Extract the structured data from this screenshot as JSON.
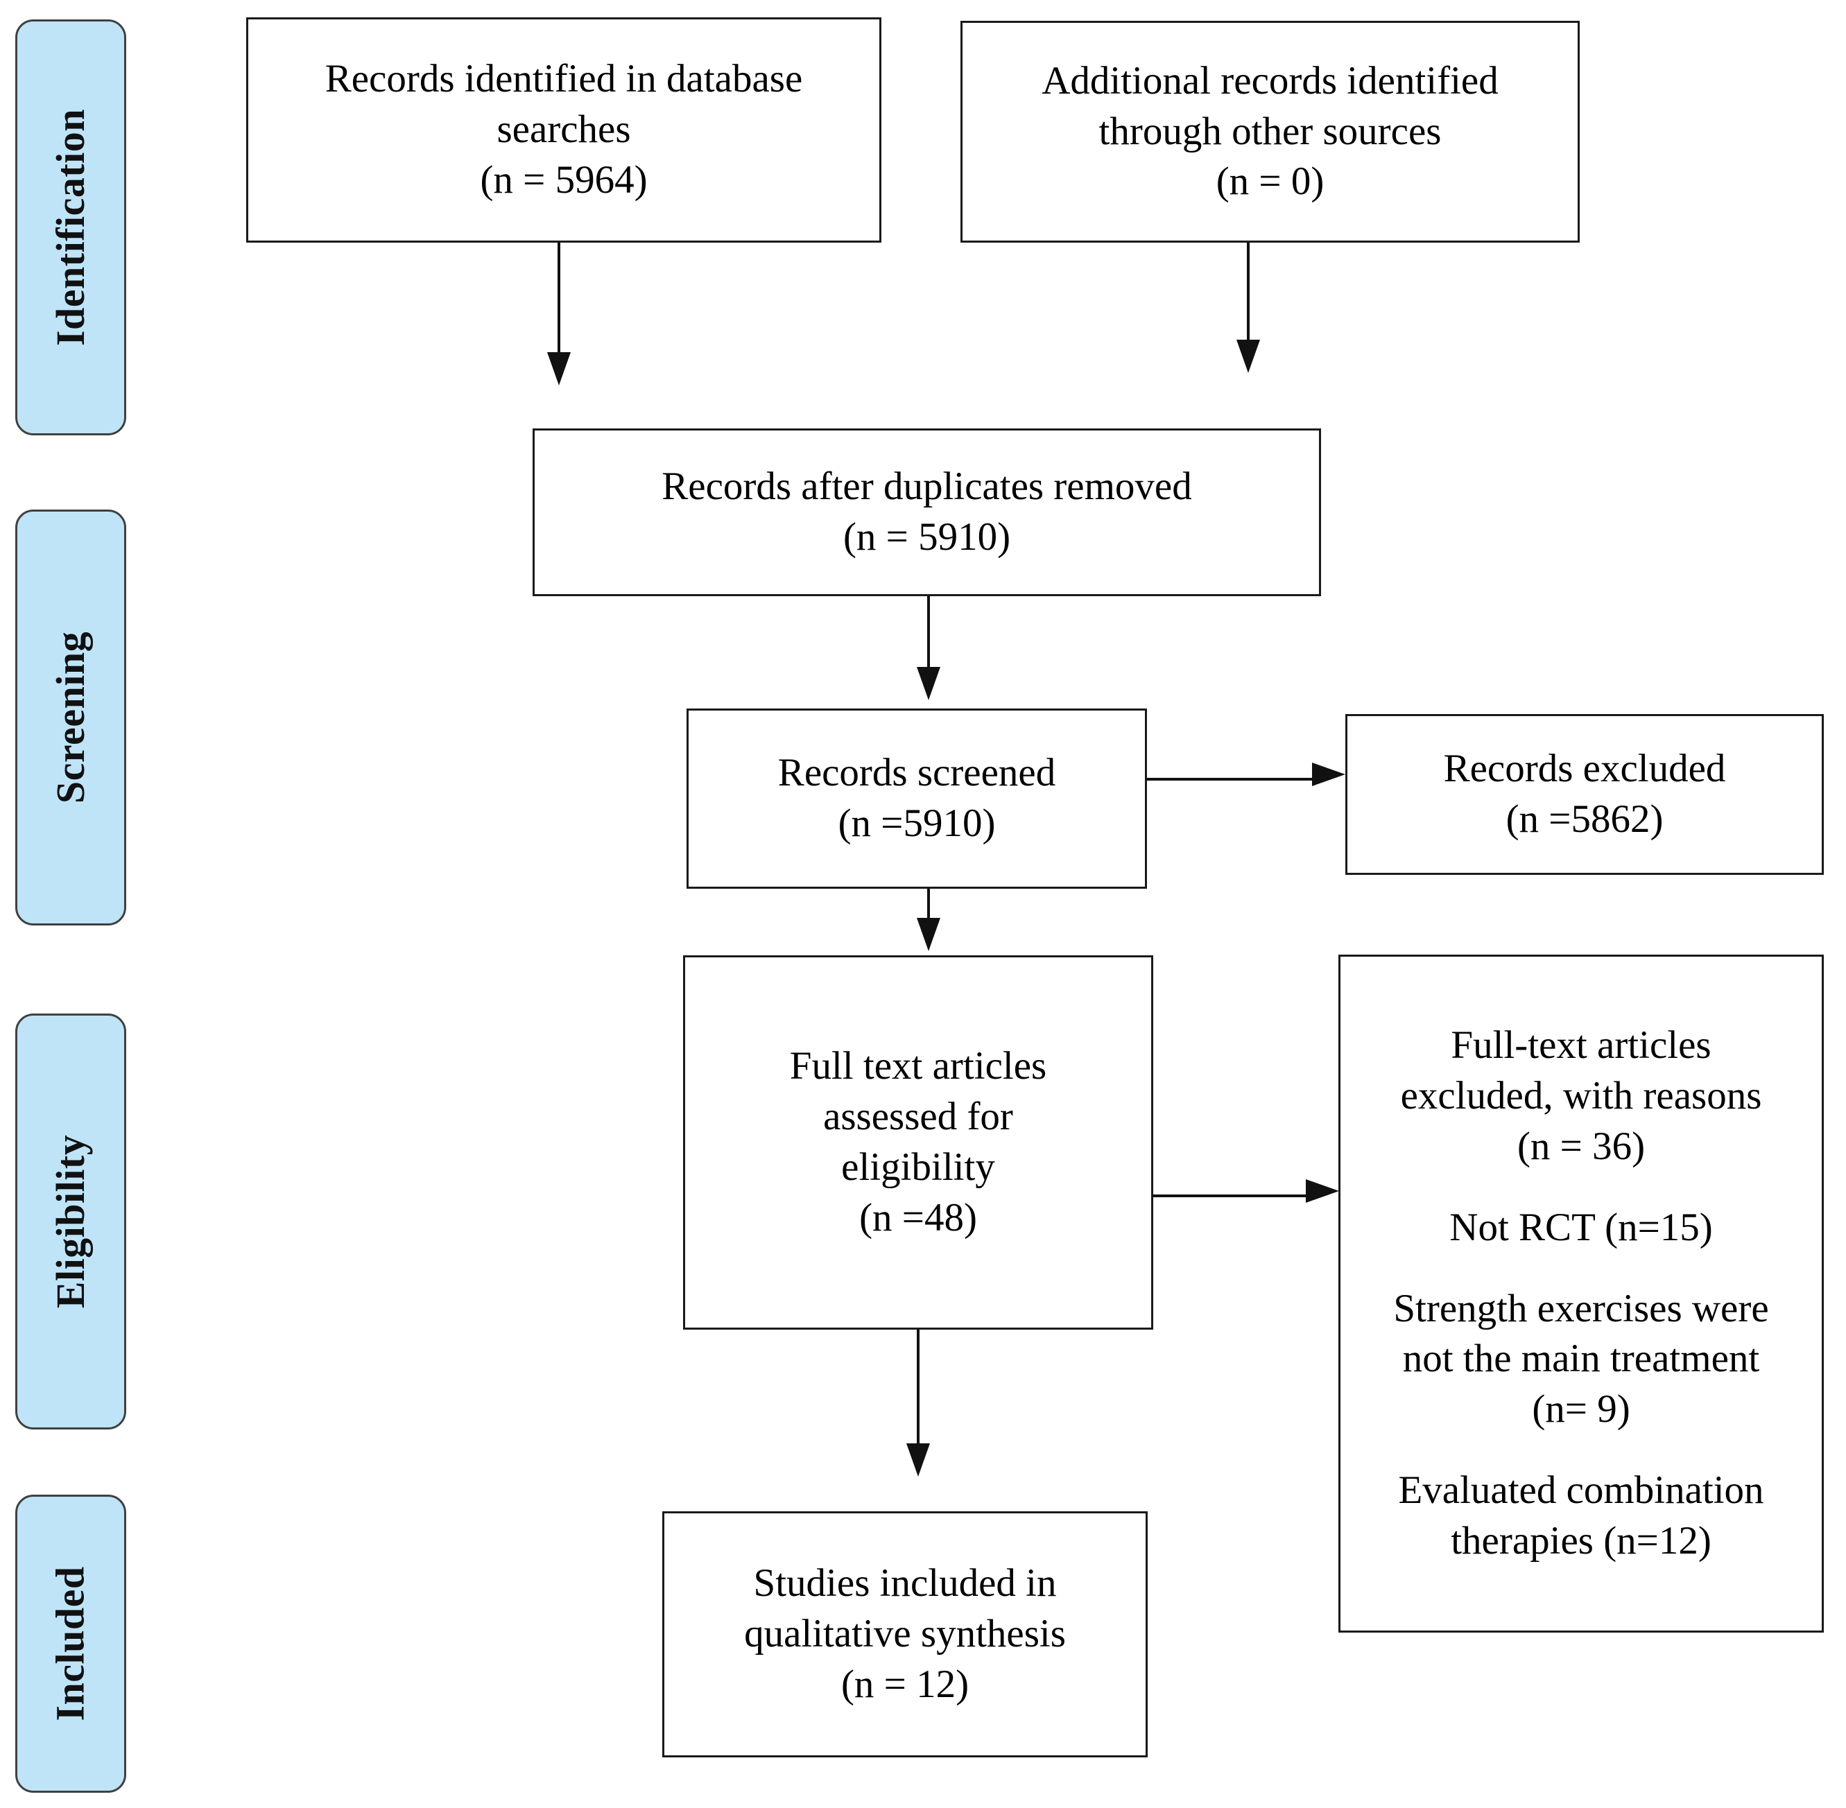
{
  "diagram": {
    "title": "PRISMA flow diagram",
    "accent_color": "#bfe4f8",
    "border_color": "#1a1a1a"
  },
  "stages": [
    {
      "key": "identification",
      "label": "Identification"
    },
    {
      "key": "screening",
      "label": "Screening"
    },
    {
      "key": "eligibility",
      "label": "Eligibility"
    },
    {
      "key": "included",
      "label": "Included"
    }
  ],
  "boxes": {
    "db_records": {
      "line1": "Records identified in database",
      "line2": "searches",
      "line3": "(n = 5964)"
    },
    "other_records": {
      "line1": "Additional records identified",
      "line2": "through other sources",
      "line3": "(n = 0)"
    },
    "after_duplicates": {
      "line1": "Records after duplicates removed",
      "line2": "(n = 5910)"
    },
    "screened": {
      "line1": "Records screened",
      "line2": "(n =5910)"
    },
    "excluded": {
      "line1": "Records excluded",
      "line2": "(n =5862)"
    },
    "fulltext_assessed": {
      "line1": "Full text articles",
      "line2": "assessed for",
      "line3": "eligibility",
      "line4": "(n =48)"
    },
    "fulltext_excluded": {
      "line1": "Full-text articles",
      "line2": "excluded, with reasons",
      "line3": "(n = 36)",
      "reason1": "Not RCT (n=15)",
      "reason2": "Strength exercises were",
      "reason3": "not the main treatment",
      "reason4": "(n= 9)",
      "reason5": "Evaluated combination",
      "reason6": "therapies (n=12)"
    },
    "included_studies": {
      "line1": "Studies included in",
      "line2": "qualitative synthesis",
      "line3": "(n = 12)"
    }
  }
}
